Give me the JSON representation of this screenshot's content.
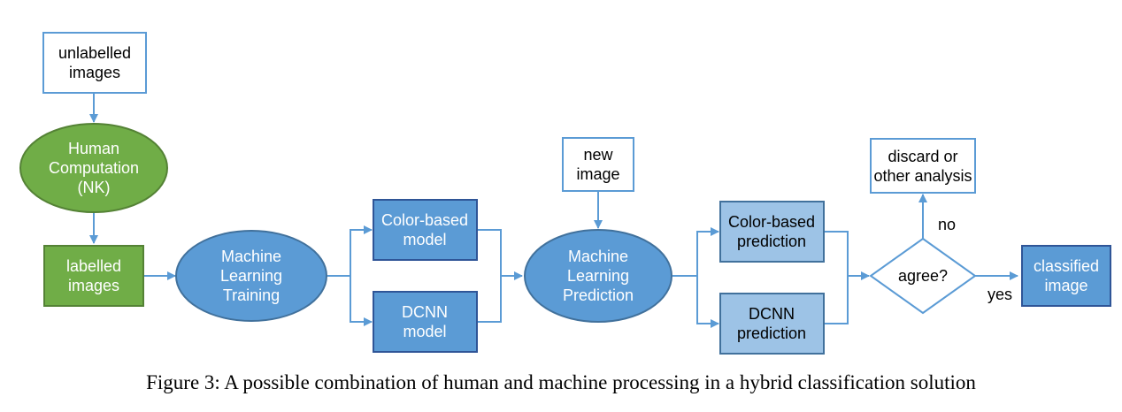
{
  "diagram": {
    "colors": {
      "arrow": "#5b9bd5",
      "input_border": "#5b9bd5",
      "human_fill": "#70ad47",
      "human_border": "#548235",
      "ml_fill": "#5b9bd5",
      "ml_border": "#41719c",
      "model_fill": "#5b9bd5",
      "model_border": "#2f5597",
      "prediction_fill": "#9dc3e6",
      "prediction_border": "#41719c",
      "dark_text": "#000000",
      "light_text": "#ffffff"
    },
    "nodes": {
      "unlabelled_images": [
        "unlabelled",
        "images"
      ],
      "human_computation": [
        "Human",
        "Computation",
        "(NK)"
      ],
      "labelled_images": [
        "labelled",
        "images"
      ],
      "ml_training": [
        "Machine",
        "Learning",
        "Training"
      ],
      "color_model": [
        "Color-based",
        "model"
      ],
      "dcnn_model": [
        "DCNN",
        "model"
      ],
      "new_image": [
        "new",
        "image"
      ],
      "ml_prediction": [
        "Machine",
        "Learning",
        "Prediction"
      ],
      "color_prediction": [
        "Color-based",
        "prediction"
      ],
      "dcnn_prediction": [
        "DCNN",
        "prediction"
      ],
      "agree": [
        "agree?"
      ],
      "discard": [
        "discard or",
        "other analysis"
      ],
      "classified_image": [
        "classified",
        "image"
      ]
    },
    "edge_labels": {
      "no": "no",
      "yes": "yes"
    }
  },
  "caption": "Figure 3: A possible combination of human and machine processing in a hybrid classification solution"
}
